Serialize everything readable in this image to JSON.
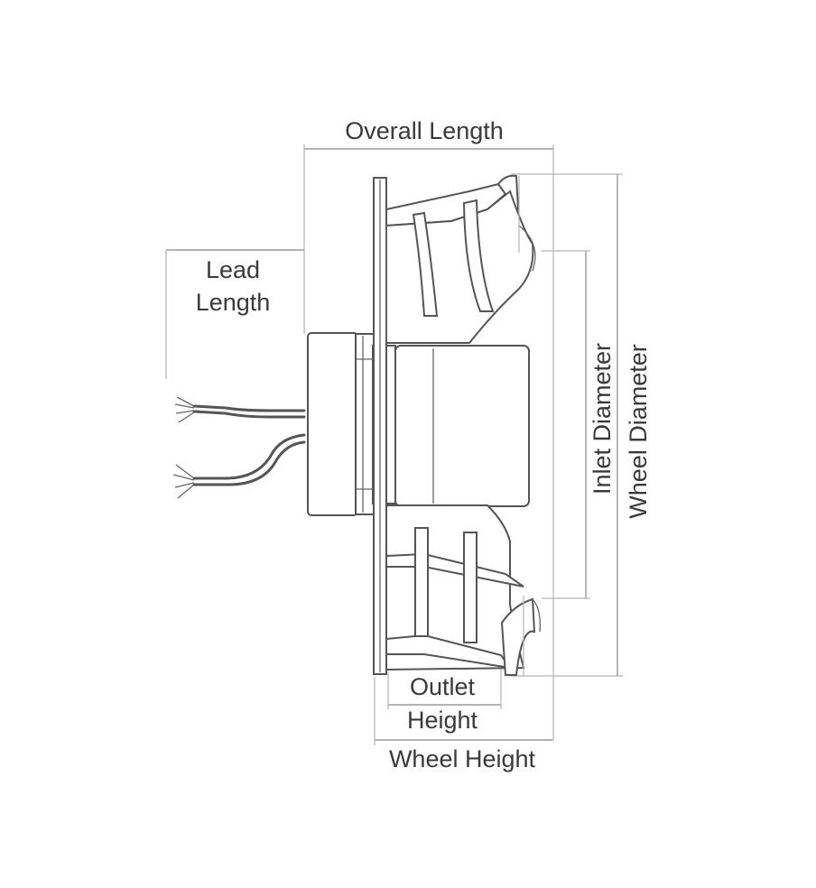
{
  "labels": {
    "overall_length": "Overall Length",
    "lead_length_line1": "Lead",
    "lead_length_line2": "Length",
    "inlet_diameter": "Inlet Diameter",
    "wheel_diameter": "Wheel Diameter",
    "outlet_height_line1": "Outlet",
    "outlet_height_line2": "Height",
    "wheel_height": "Wheel Height"
  },
  "colors": {
    "line": "#555555",
    "dimension": "#9a9a9a",
    "text": "#3a3a3a"
  }
}
